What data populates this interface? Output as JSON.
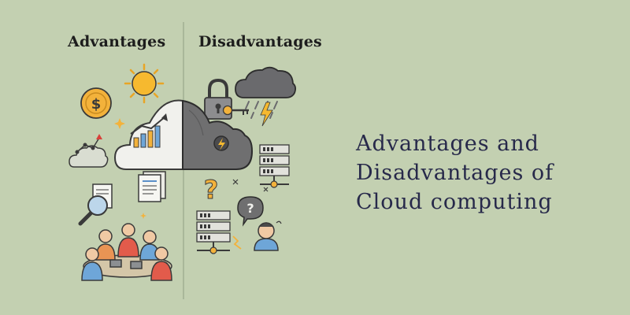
{
  "labels": {
    "advantages": "Advantages",
    "disadvantages": "Disadvantages"
  },
  "headline": {
    "line1": "Advantages and",
    "line2": "Disadvantages of",
    "line3": "Cloud computing"
  },
  "colors": {
    "background": "#c3d0b1",
    "headline": "#27294a",
    "label": "#1d1d1d",
    "bright_cloud": "#f1f1ed",
    "dark_cloud": "#6f6f70",
    "sun": "#f6b92f",
    "coin": "#f3b23b"
  },
  "icons": [
    "sun-icon",
    "dollar-coin-icon",
    "bright-cloud-icon",
    "growth-chart-icon",
    "small-cloud-network-icon",
    "documents-icon",
    "magnifier-icon",
    "team-meeting-icon",
    "padlock-icon",
    "key-icon",
    "storm-cloud-icon",
    "dark-cloud-icon",
    "server-rack-icon",
    "question-mark-icon",
    "question-bubble-icon",
    "worried-person-icon"
  ]
}
